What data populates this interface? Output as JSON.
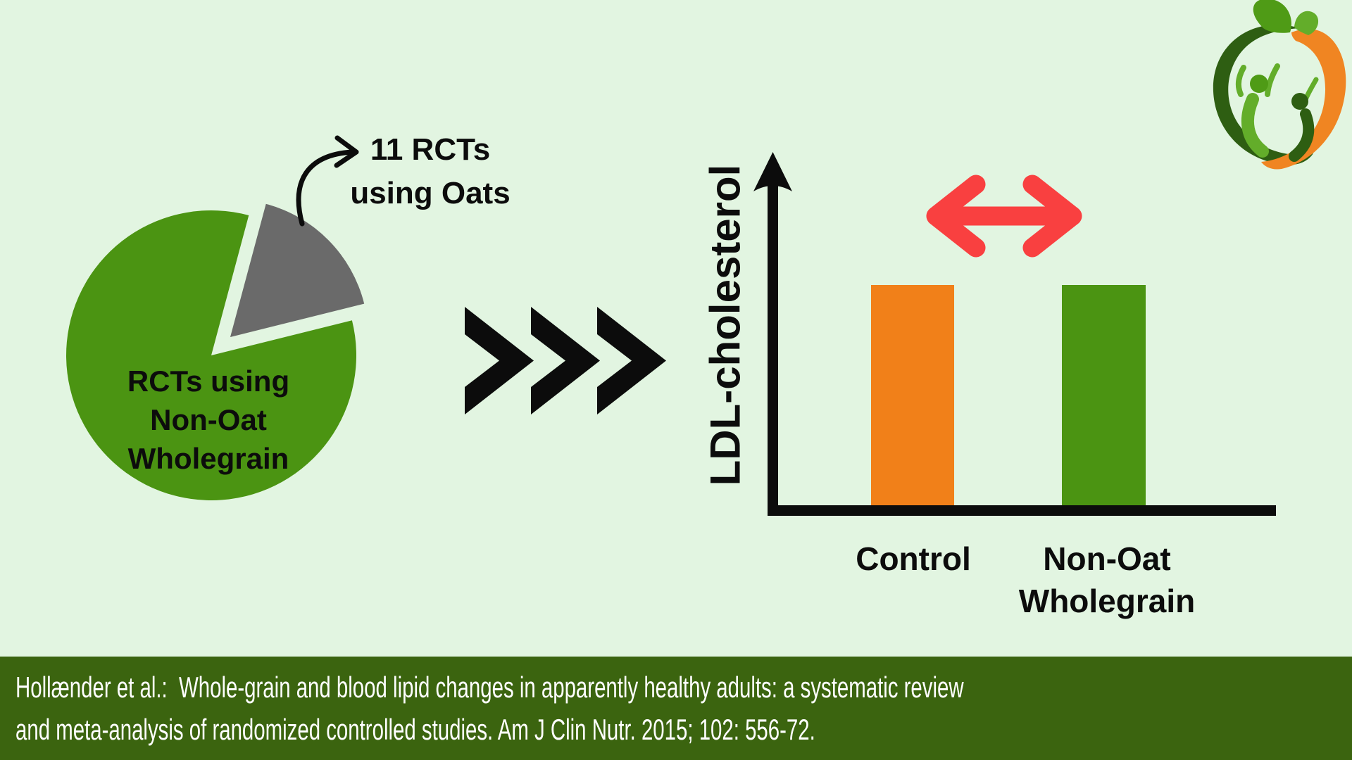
{
  "colors": {
    "background": "#e2f5e1",
    "green": "#4b9412",
    "gray": "#6a6a6a",
    "orange": "#f18019",
    "red": "#f94040",
    "black": "#0c0c0c",
    "white": "#ffffff",
    "footer_bg": "#3b640f",
    "logo_dark_green": "#2e5e12",
    "logo_green": "#4f9b16",
    "logo_light_green": "#63ad2a",
    "logo_orange": "#f08522"
  },
  "pie_section": {
    "callout": {
      "line1": "11 RCTs",
      "line2": "using Oats"
    },
    "pie_label": {
      "line1": "RCTs using",
      "line2": "Non-Oat",
      "line3": "Wholegrain"
    }
  },
  "bar_section": {
    "y_axis_label": "LDL-cholesterol",
    "category1": "Control",
    "category2_line1": "Non-Oat",
    "category2_line2": "Wholegrain"
  },
  "footer": {
    "line1": "Hollænder et al.:  Whole-grain and blood lipid changes in apparently healthy adults: a systematic review",
    "line2": "and meta-analysis of randomized controlled studies. Am J Clin Nutr. 2015; 102: 556-72."
  },
  "icons": {
    "logo": "apple-with-people-nutrition-logo",
    "chevrons": "triple-chevron-right",
    "red_arrow": "double-headed-arrow (no difference between bars)",
    "callout_arrow": "curved-arrow-to-oats-label",
    "y_axis_arrow": "upward-axis-arrow"
  },
  "chart_data": [
    {
      "type": "pie",
      "title": "",
      "slices": [
        {
          "label": "RCTs using Non-Oat Wholegrain",
          "approx_pct": 83,
          "color": "#4b9412",
          "exploded": false
        },
        {
          "label": "RCTs using Oats",
          "rct_count": 11,
          "approx_pct": 17,
          "color": "#6a6a6a",
          "exploded": true
        }
      ],
      "annotation": "11 RCTs using Oats (curved arrow points from gray slice to label)",
      "legend_position": "none"
    },
    {
      "type": "bar",
      "categories": [
        "Control",
        "Non-Oat Wholegrain"
      ],
      "values_relative": [
        1,
        1
      ],
      "series_colors": [
        "#f18019",
        "#4b9412"
      ],
      "title": "",
      "xlabel": "",
      "ylabel": "LDL-cholesterol",
      "y_axis_ticks": "none (qualitative axis with arrow)",
      "grid": false,
      "annotation": "red double-headed horizontal arrow drawn between the two equal-height bars"
    }
  ]
}
